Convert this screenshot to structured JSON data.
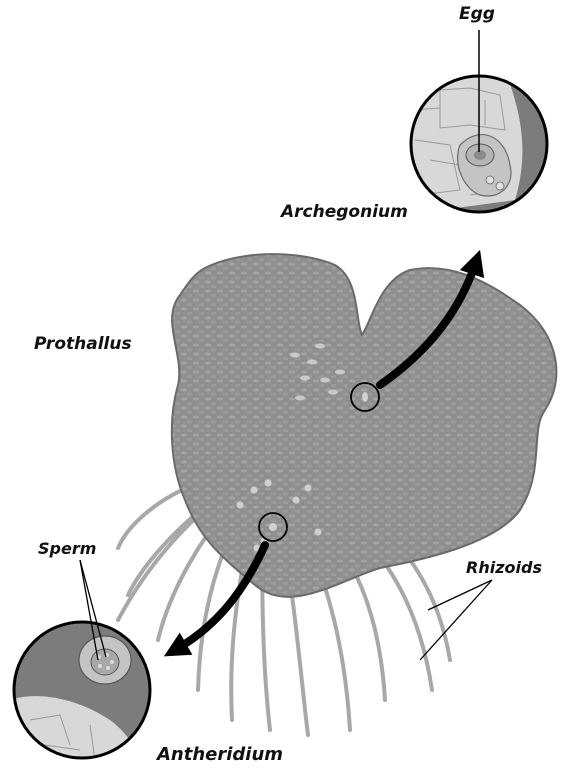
{
  "labels": {
    "egg": "Egg",
    "archegonium": "Archegonium",
    "prothallus": "Prothallus",
    "sperm": "Sperm",
    "rhizoids": "Rhizoids",
    "antheridium": "Antheridium"
  },
  "colors": {
    "prothallus_fill": "#8f8f8f",
    "prothallus_edge": "#6a6a6a",
    "rhizoid": "#a8a8a8",
    "arrow": "#000000",
    "inset_dark": "#7c7c7c",
    "inset_light": "#d8d8d8",
    "label_text": "#111111"
  }
}
